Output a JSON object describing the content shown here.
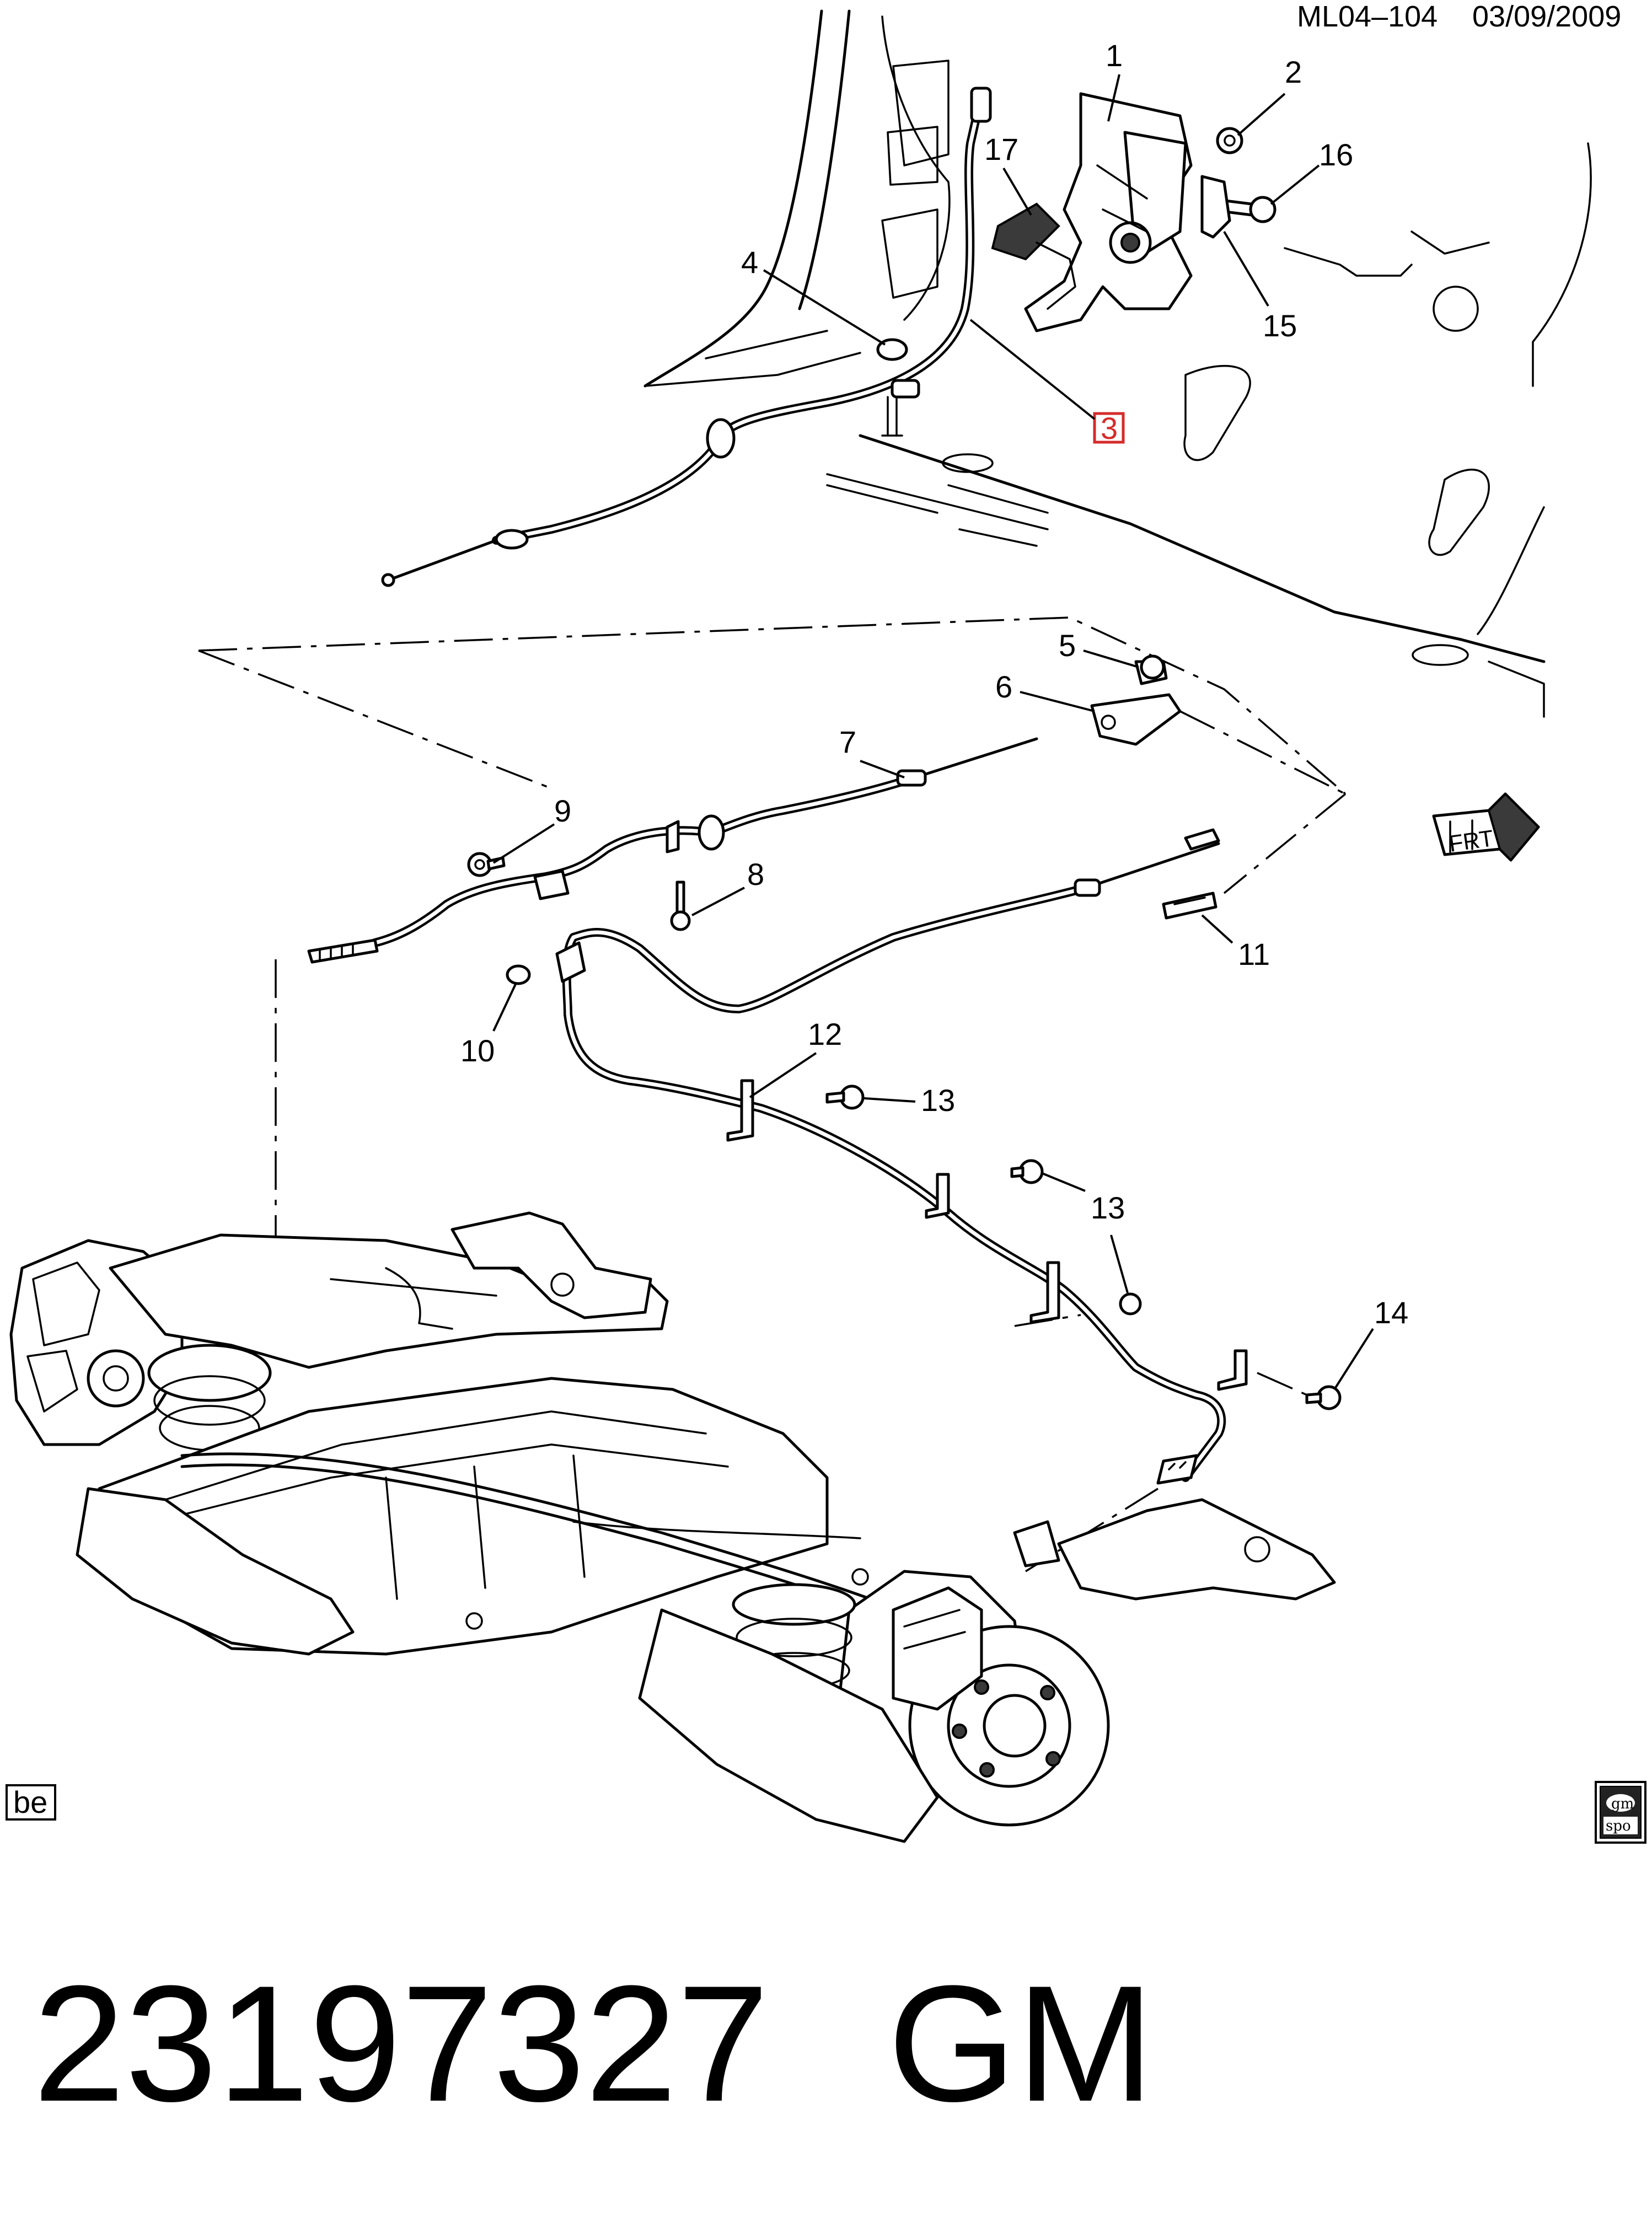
{
  "header": {
    "illustration_code": "ML04–104",
    "date": "03/09/2009"
  },
  "callouts": {
    "c1": "1",
    "c2": "2",
    "c3": "3",
    "c4": "4",
    "c5": "5",
    "c6": "6",
    "c7": "7",
    "c8": "8",
    "c9": "9",
    "c10": "10",
    "c11": "11",
    "c12": "12",
    "c13a": "13",
    "c13b": "13",
    "c14": "14",
    "c15": "15",
    "c16": "16",
    "c17": "17"
  },
  "highlighted_callout": "3",
  "highlight_color": "#d62b2b",
  "front_arrow_label": "FRT",
  "corner_badges": {
    "left": "be",
    "right_top": "gm",
    "right_bottom": "spo"
  },
  "footer": {
    "part_number": "23197327",
    "brand": "GM"
  }
}
